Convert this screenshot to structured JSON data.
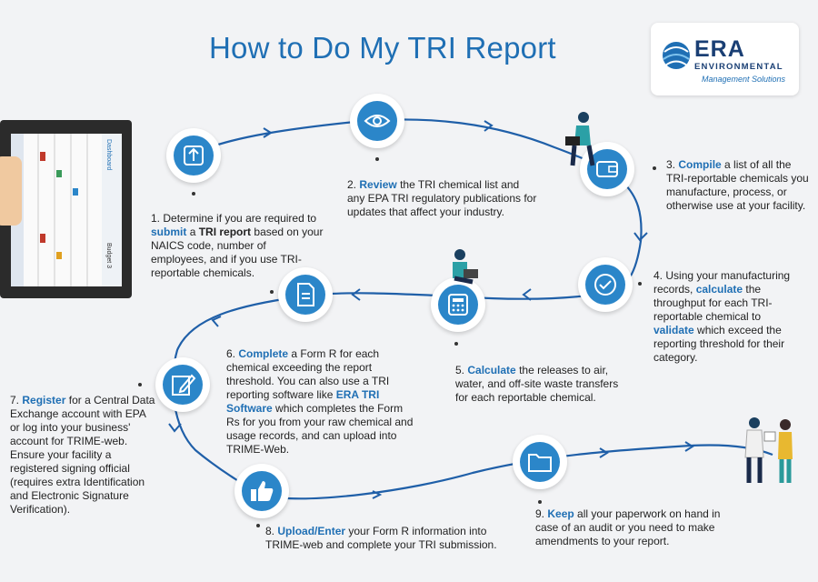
{
  "title": "How to Do My TRI Report",
  "logo": {
    "name": "ERA",
    "line2": "ENVIRONMENTAL",
    "line3": "Management Solutions"
  },
  "colors": {
    "accent": "#1f6fb4",
    "circle": "#2b86c9",
    "path": "#1f5fa8"
  },
  "tablet_text": [
    "Dashboard",
    "Budget 3"
  ],
  "steps": {
    "s1": {
      "num": "1.",
      "pre": "Determine if you are required to",
      "kw": "submit",
      "mid_bold": "TRI report",
      "mid_pre": "a",
      "post": "based on your NAICS code, number of employees, and if you use TRI-reportable chemicals."
    },
    "s2": {
      "num": "2.",
      "kw": "Review",
      "post": "the TRI chemical list and any EPA TRI regulatory publications for updates that affect your industry."
    },
    "s3": {
      "num": "3.",
      "kw": "Compile",
      "post": "a list of all the TRI-reportable chemicals you manufacture, process, or otherwise use at your facility."
    },
    "s4": {
      "num": "4.",
      "pre": "Using your manufacturing records,",
      "kw": "calculate",
      "mid": "the throughput for each TRI-reportable chemical to",
      "kw2": "validate",
      "post": "which exceed the reporting threshold for their category."
    },
    "s5": {
      "num": "5.",
      "kw": "Calculate",
      "post": "the releases to air, water, and off-site waste transfers for each reportable chemical."
    },
    "s6": {
      "num": "6.",
      "kw": "Complete",
      "mid": "a Form R for each chemical exceeding the report threshold. You can also use a TRI reporting software like",
      "kw2": "ERA TRI Software",
      "post": "which completes the Form Rs for you from your raw chemical and usage records, and can upload into TRIME-Web."
    },
    "s7": {
      "num": "7.",
      "kw": "Register",
      "post": "for a Central Data Exchange account with EPA or log into your business' account for TRIME-web. Ensure your facility a registered signing official (requires extra Identification and Electronic Signature Verification)."
    },
    "s8": {
      "num": "8.",
      "kw": "Upload/Enter",
      "post": "your Form R information into TRIME-web and complete your TRI submission."
    },
    "s9": {
      "num": "9.",
      "kw": "Keep",
      "post": "all your paperwork on hand in case of an audit or you need to make amendments to your report."
    }
  },
  "icons": [
    "upload-icon",
    "eye-icon",
    "wallet-icon",
    "check-icon",
    "calculator-icon",
    "document-icon",
    "edit-icon",
    "thumbs-up-icon",
    "folder-icon"
  ]
}
